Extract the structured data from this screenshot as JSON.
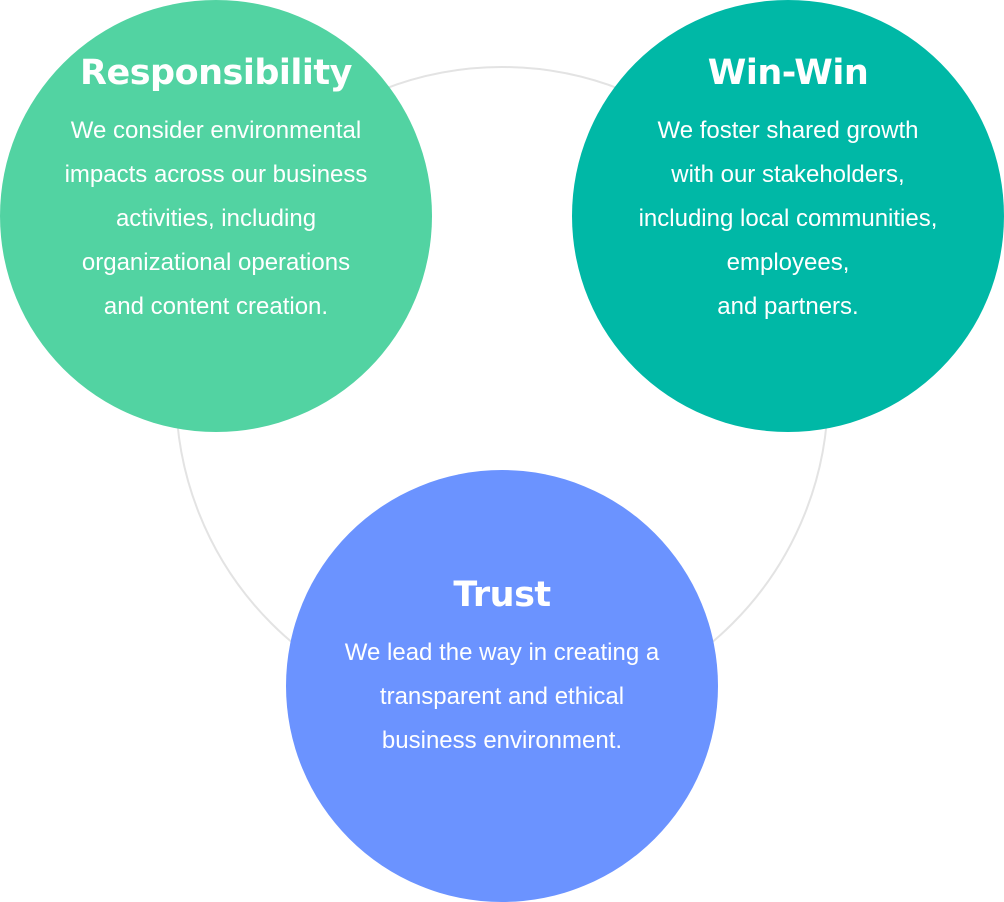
{
  "values": [
    {
      "id": "responsibility",
      "title": "Responsibility",
      "description": "We consider environmental\nimpacts across our business\nactivities, including\norganizational operations\nand content creation.",
      "color": "#52D3A2"
    },
    {
      "id": "winwin",
      "title": "Win-Win",
      "description": "We foster shared growth\nwith our stakeholders,\nincluding local communities,\nemployees,\nand partners.",
      "color": "#00B8A6"
    },
    {
      "id": "trust",
      "title": "Trust",
      "description": "We lead the way in creating a\ntransparent and ethical\nbusiness environment.",
      "color": "#6B93FF"
    }
  ],
  "ring_color": "#E3E3E3"
}
